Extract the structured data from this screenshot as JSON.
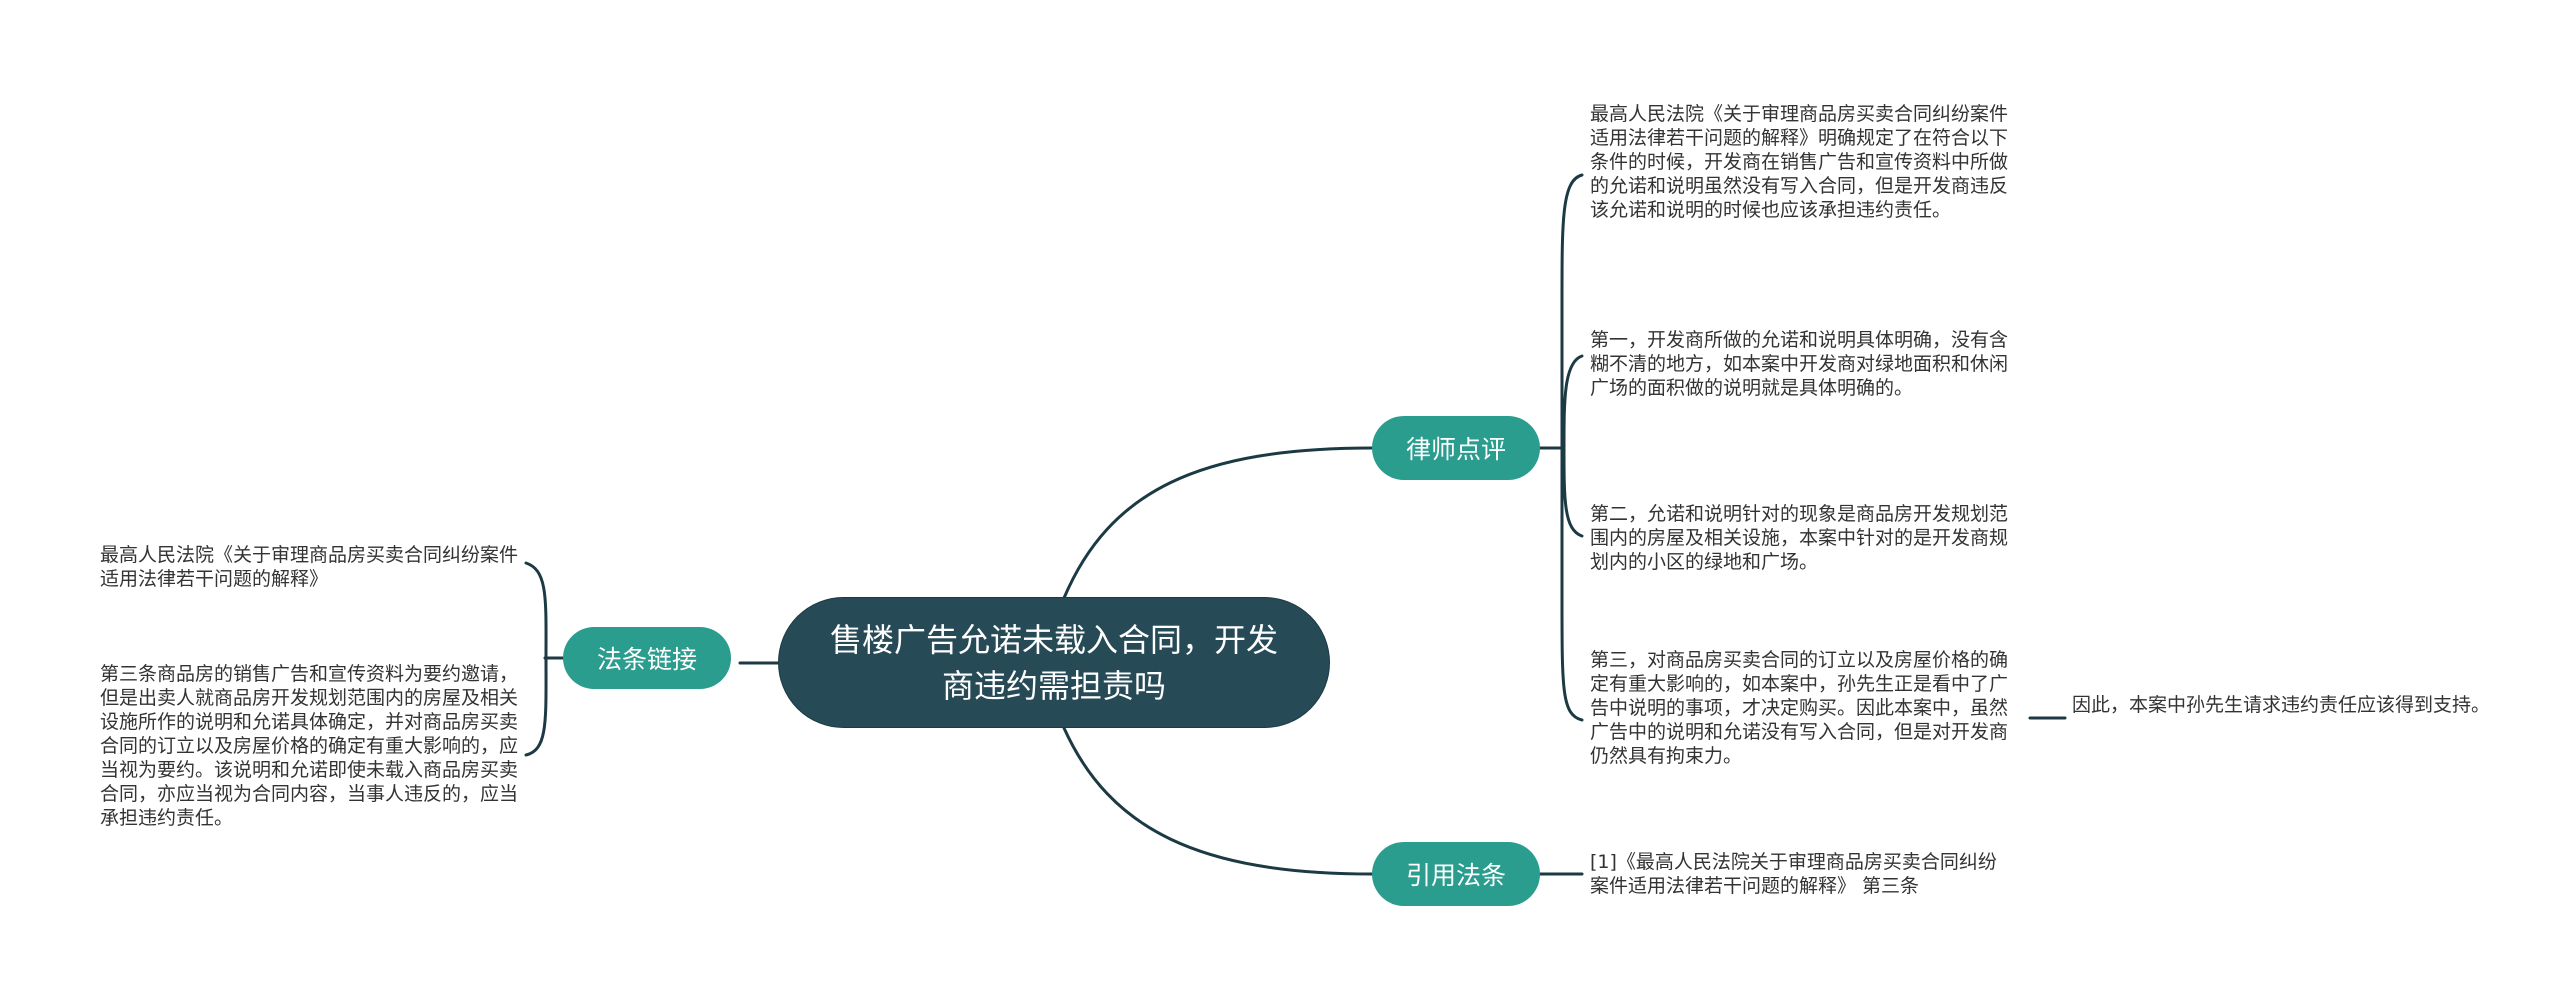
{
  "colors": {
    "root_fill": "#264a56",
    "branch_fill": "#2a9d8f",
    "line": "#1c3a44",
    "text": "#333333",
    "background": "#ffffff"
  },
  "root": {
    "label": "售楼广告允诺未载入合同，开发商违约需担责吗"
  },
  "branches": [
    {
      "label": "律师点评",
      "side": "right",
      "children": [
        {
          "text": "最高人民法院《关于审理商品房买卖合同纠纷案件适用法律若干问题的解释》明确规定了在符合以下条件的时候，开发商在销售广告和宣传资料中所做的允诺和说明虽然没有写入合同，但是开发商违反该允诺和说明的时候也应该承担违约责任。"
        },
        {
          "text": "第一，开发商所做的允诺和说明具体明确，没有含糊不清的地方，如本案中开发商对绿地面积和休闲广场的面积做的说明就是具体明确的。"
        },
        {
          "text": "第二，允诺和说明针对的现象是商品房开发规划范围内的房屋及相关设施，本案中针对的是开发商规划内的小区的绿地和广场。"
        },
        {
          "text": "第三，对商品房买卖合同的订立以及房屋价格的确定有重大影响的，如本案中，孙先生正是看中了广告中说明的事项，才决定购买。因此本案中，虽然广告中的说明和允诺没有写入合同，但是对开发商仍然具有拘束力。",
          "children": [
            {
              "text": "因此，本案中孙先生请求违约责任应该得到支持。"
            }
          ]
        }
      ]
    },
    {
      "label": "法条链接",
      "side": "left",
      "children": [
        {
          "text": "最高人民法院《关于审理商品房买卖合同纠纷案件适用法律若干问题的解释》"
        },
        {
          "text": "第三条商品房的销售广告和宣传资料为要约邀请，但是出卖人就商品房开发规划范围内的房屋及相关设施所作的说明和允诺具体确定，并对商品房买卖合同的订立以及房屋价格的确定有重大影响的，应当视为要约。该说明和允诺即使未载入商品房买卖合同，亦应当视为合同内容，当事人违反的，应当承担违约责任。"
        }
      ]
    },
    {
      "label": "引用法条",
      "side": "right",
      "children": [
        {
          "text": "[1]《最高人民法院关于审理商品房买卖合同纠纷案件适用法律若干问题的解释》 第三条"
        }
      ]
    }
  ]
}
